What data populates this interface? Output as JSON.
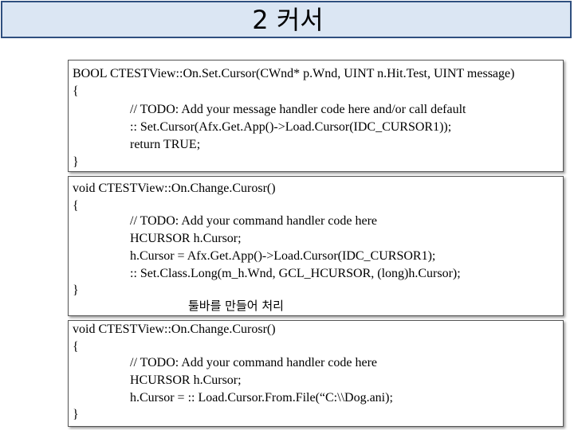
{
  "slide": {
    "title": "2 커서"
  },
  "box1": {
    "lines": [
      "BOOL CTESTView::On.Set.Cursor(CWnd* p.Wnd, UINT n.Hit.Test, UINT message)",
      "{",
      "// TODO: Add your message handler code here and/or call default",
      ":: Set.Cursor(Afx.Get.App()->Load.Cursor(IDC_CURSOR1));",
      "return TRUE;",
      "}"
    ]
  },
  "box2": {
    "lines": [
      "void CTESTView::On.Change.Curosr()",
      "{",
      "// TODO: Add your command handler code here",
      "HCURSOR h.Cursor;",
      "h.Cursor = Afx.Get.App()->Load.Cursor(IDC_CURSOR1);",
      ":: Set.Class.Long(m_h.Wnd, GCL_HCURSOR, (long)h.Cursor);",
      "}"
    ],
    "note": "툴바를 만들어 처리"
  },
  "box3": {
    "lines": [
      "void CTESTView::On.Change.Curosr()",
      "{",
      "// TODO: Add your command handler code here",
      "HCURSOR h.Cursor;",
      "h.Cursor = :: Load.Cursor.From.File(“C:\\\\Dog.ani);",
      "}"
    ]
  }
}
